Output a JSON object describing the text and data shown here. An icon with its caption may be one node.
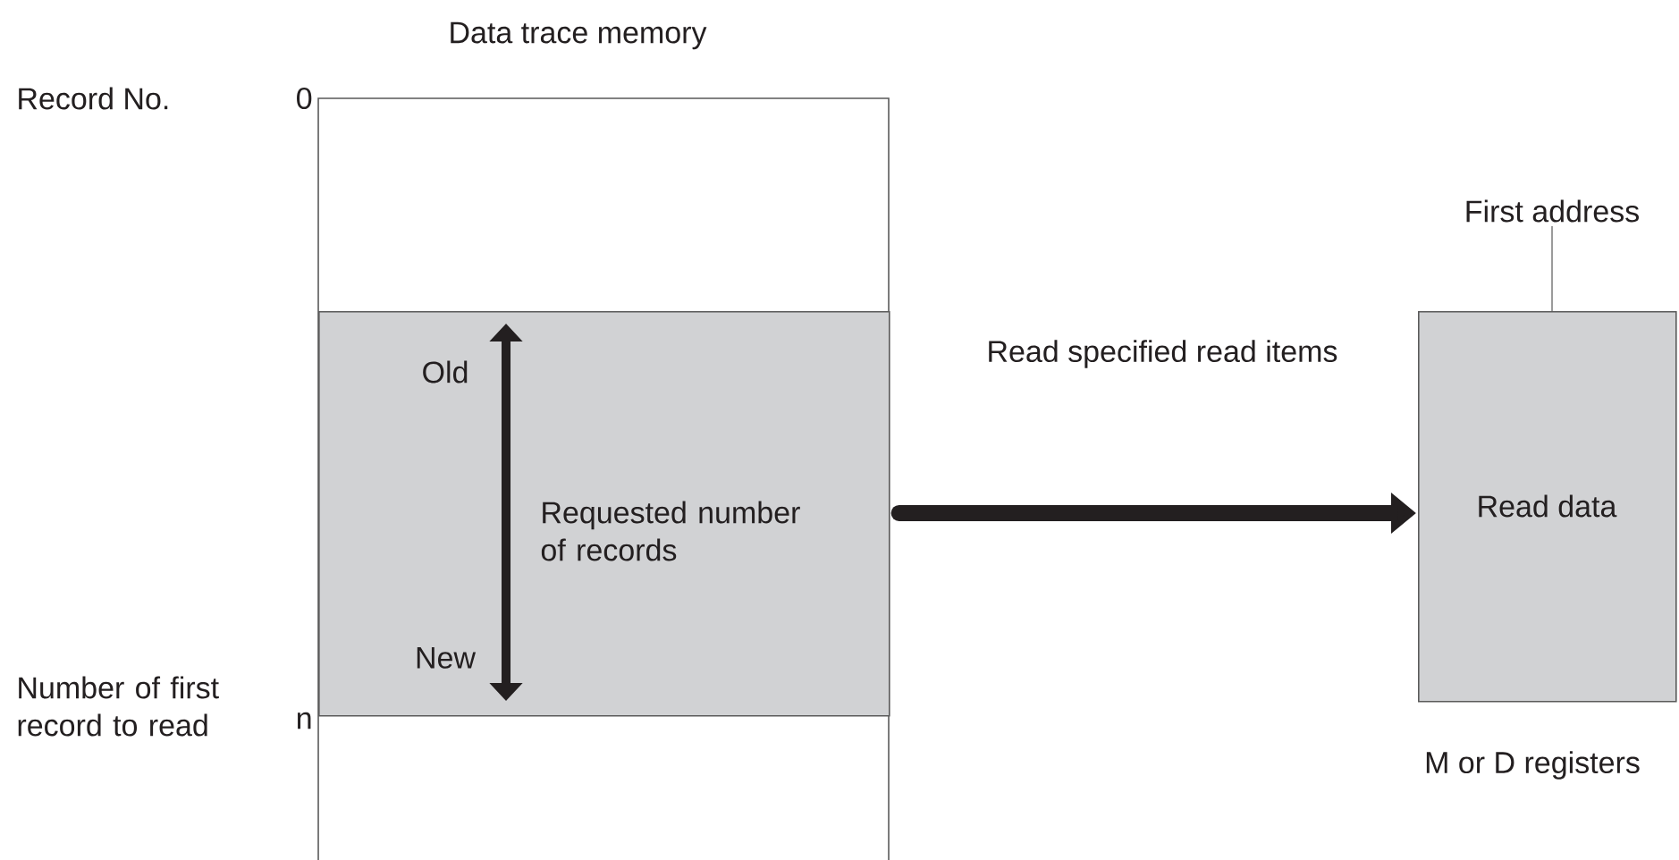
{
  "diagram": {
    "nodes": [
      {
        "text": [
          "Data trace memory"
        ]
      },
      {
        "text": [
          "Old",
          "Requested number of records",
          "New"
        ],
        "in": 0
      },
      {
        "text": [
          "Read data"
        ],
        "beside": [
          "M or D registers"
        ]
      },
      {
        "text": [
          "First address"
        ]
      }
    ],
    "edges": [
      {
        "from": 1,
        "to": 2,
        "arrow": "to",
        "label": "Read specified read items",
        "style": "thick"
      },
      {
        "from": 3,
        "to": 2,
        "arrow": "none"
      }
    ],
    "labels": [
      "Record No.",
      "0",
      "Number of first record to read",
      "n"
    ]
  }
}
